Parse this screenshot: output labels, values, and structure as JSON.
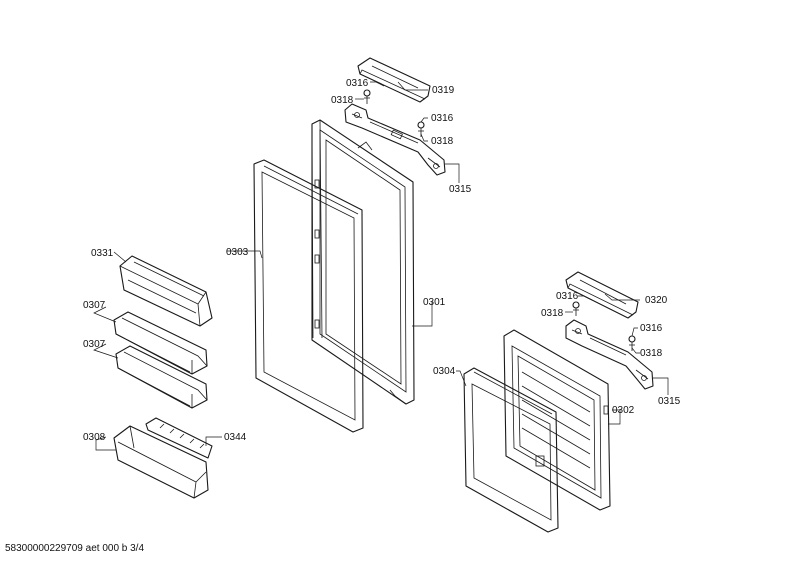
{
  "labels": {
    "p0316a": "0316",
    "p0318a": "0318",
    "p0319": "0319",
    "p0316b": "0316",
    "p0318b": "0318",
    "p0315a": "0315",
    "p0303": "0303",
    "p0301": "0301",
    "p0331": "0331",
    "p0307a": "0307",
    "p0307b": "0307",
    "p0308": "0308",
    "p0344": "0344",
    "p0316c": "0316",
    "p0318c": "0318",
    "p0320": "0320",
    "p0316d": "0316",
    "p0318d": "0318",
    "p0315b": "0315",
    "p0304": "0304",
    "p0302": "0302"
  },
  "footer": "58300000229709 aet 000 b 3/4"
}
